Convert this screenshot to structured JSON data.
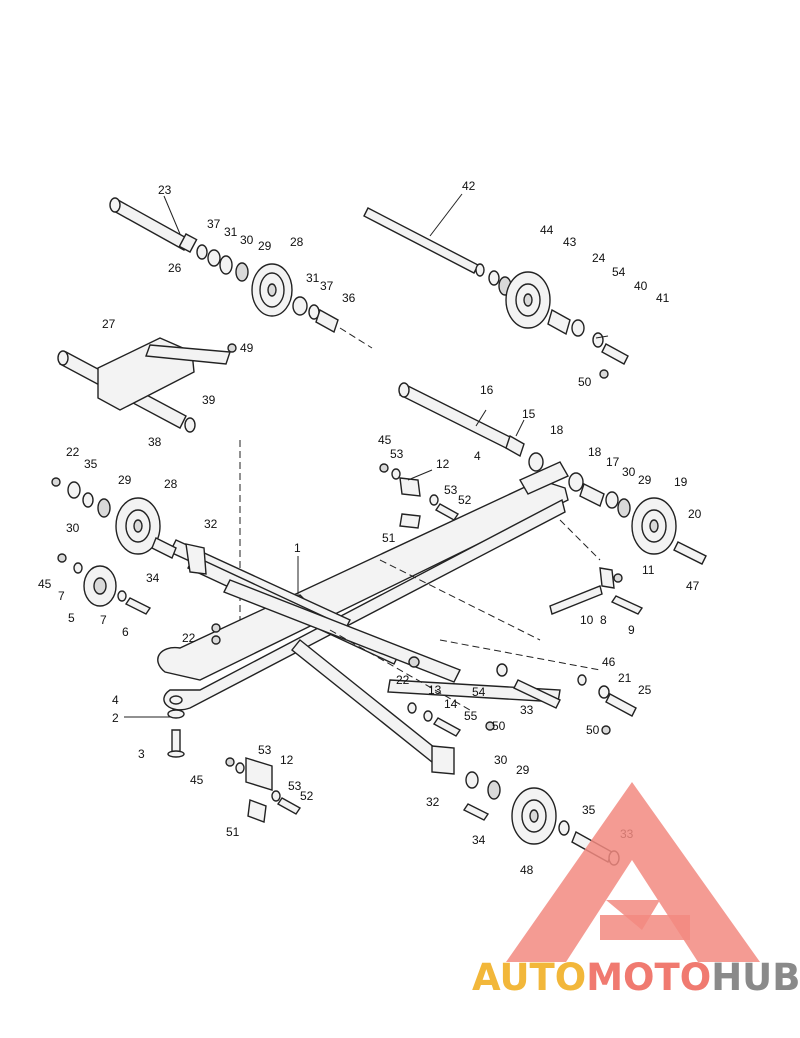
{
  "diagram": {
    "type": "exploded-parts-view",
    "callouts": {
      "c1": "1",
      "c2": "2",
      "c3": "3",
      "c4a": "4",
      "c4b": "4",
      "c5": "5",
      "c6": "6",
      "c7a": "7",
      "c7b": "7",
      "c8": "8",
      "c9": "9",
      "c10": "10",
      "c11": "11",
      "c12a": "12",
      "c12b": "12",
      "c13": "13",
      "c14": "14",
      "c15": "15",
      "c16": "16",
      "c17": "17",
      "c18a": "18",
      "c18b": "18",
      "c19": "19",
      "c20": "20",
      "c21": "21",
      "c22a": "22",
      "c22b": "22",
      "c22c": "22",
      "c23": "23",
      "c24": "24",
      "c25": "25",
      "c26": "26",
      "c27": "27",
      "c28a": "28",
      "c28b": "28",
      "c29a": "29",
      "c29b": "29",
      "c29c": "29",
      "c29d": "29",
      "c30a": "30",
      "c30b": "30",
      "c30c": "30",
      "c30d": "30",
      "c31a": "31",
      "c31b": "31",
      "c32a": "32",
      "c32b": "32",
      "c33a": "33",
      "c33b": "33",
      "c34a": "34",
      "c34b": "34",
      "c35a": "35",
      "c35b": "35",
      "c36": "36",
      "c37a": "37",
      "c37b": "37",
      "c38": "38",
      "c39": "39",
      "c40": "40",
      "c41": "41",
      "c42": "42",
      "c43": "43",
      "c44": "44",
      "c45a": "45",
      "c45b": "45",
      "c45c": "45",
      "c46": "46",
      "c47": "47",
      "c48": "48",
      "c49": "49",
      "c50a": "50",
      "c50b": "50",
      "c50c": "50",
      "c51a": "51",
      "c51b": "51",
      "c52a": "52",
      "c52b": "52",
      "c53a": "53",
      "c53b": "53",
      "c54a": "54",
      "c54b": "54",
      "c55": "55"
    }
  },
  "watermark": {
    "part1": "AUTO",
    "part2": "MOTO",
    "part3": "HUB",
    "colors": {
      "part1": "#f2b73a",
      "part2": "#f07a70",
      "part3": "#8a8a8a",
      "triangle": "#f28a80"
    }
  }
}
